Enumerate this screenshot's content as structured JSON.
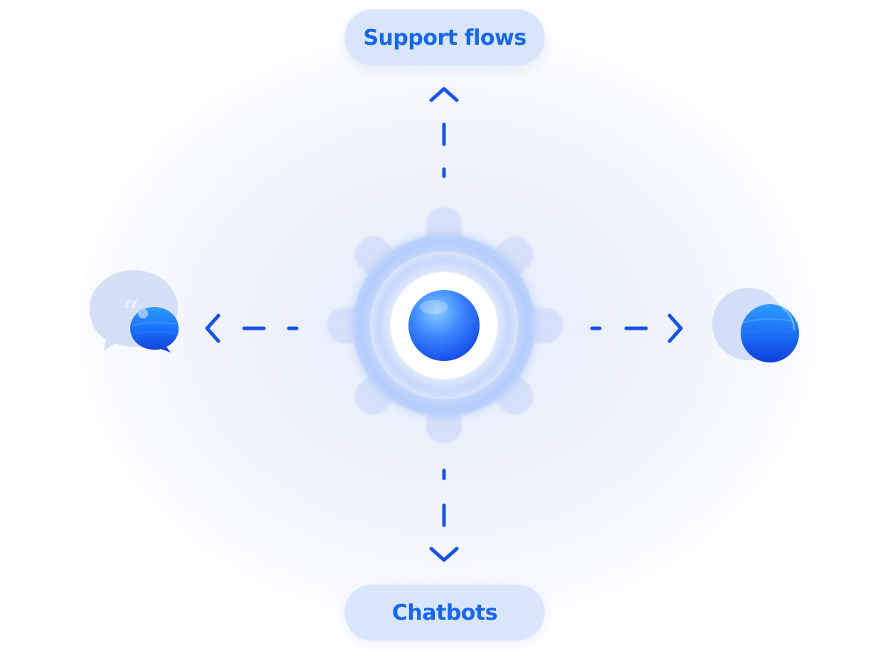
{
  "diagram": {
    "top_label": "Support flows",
    "bottom_label": "Chatbots",
    "center": "gear-core",
    "left": "chat-bubbles",
    "right": "blue-orb",
    "colors": {
      "accent": "#1666ee",
      "arrow": "#1a52e6",
      "pill_background": "#d8e5fb",
      "gear": "#d4def8",
      "orb_light": "#6fb6ff",
      "orb_dark": "#1756f2"
    }
  }
}
